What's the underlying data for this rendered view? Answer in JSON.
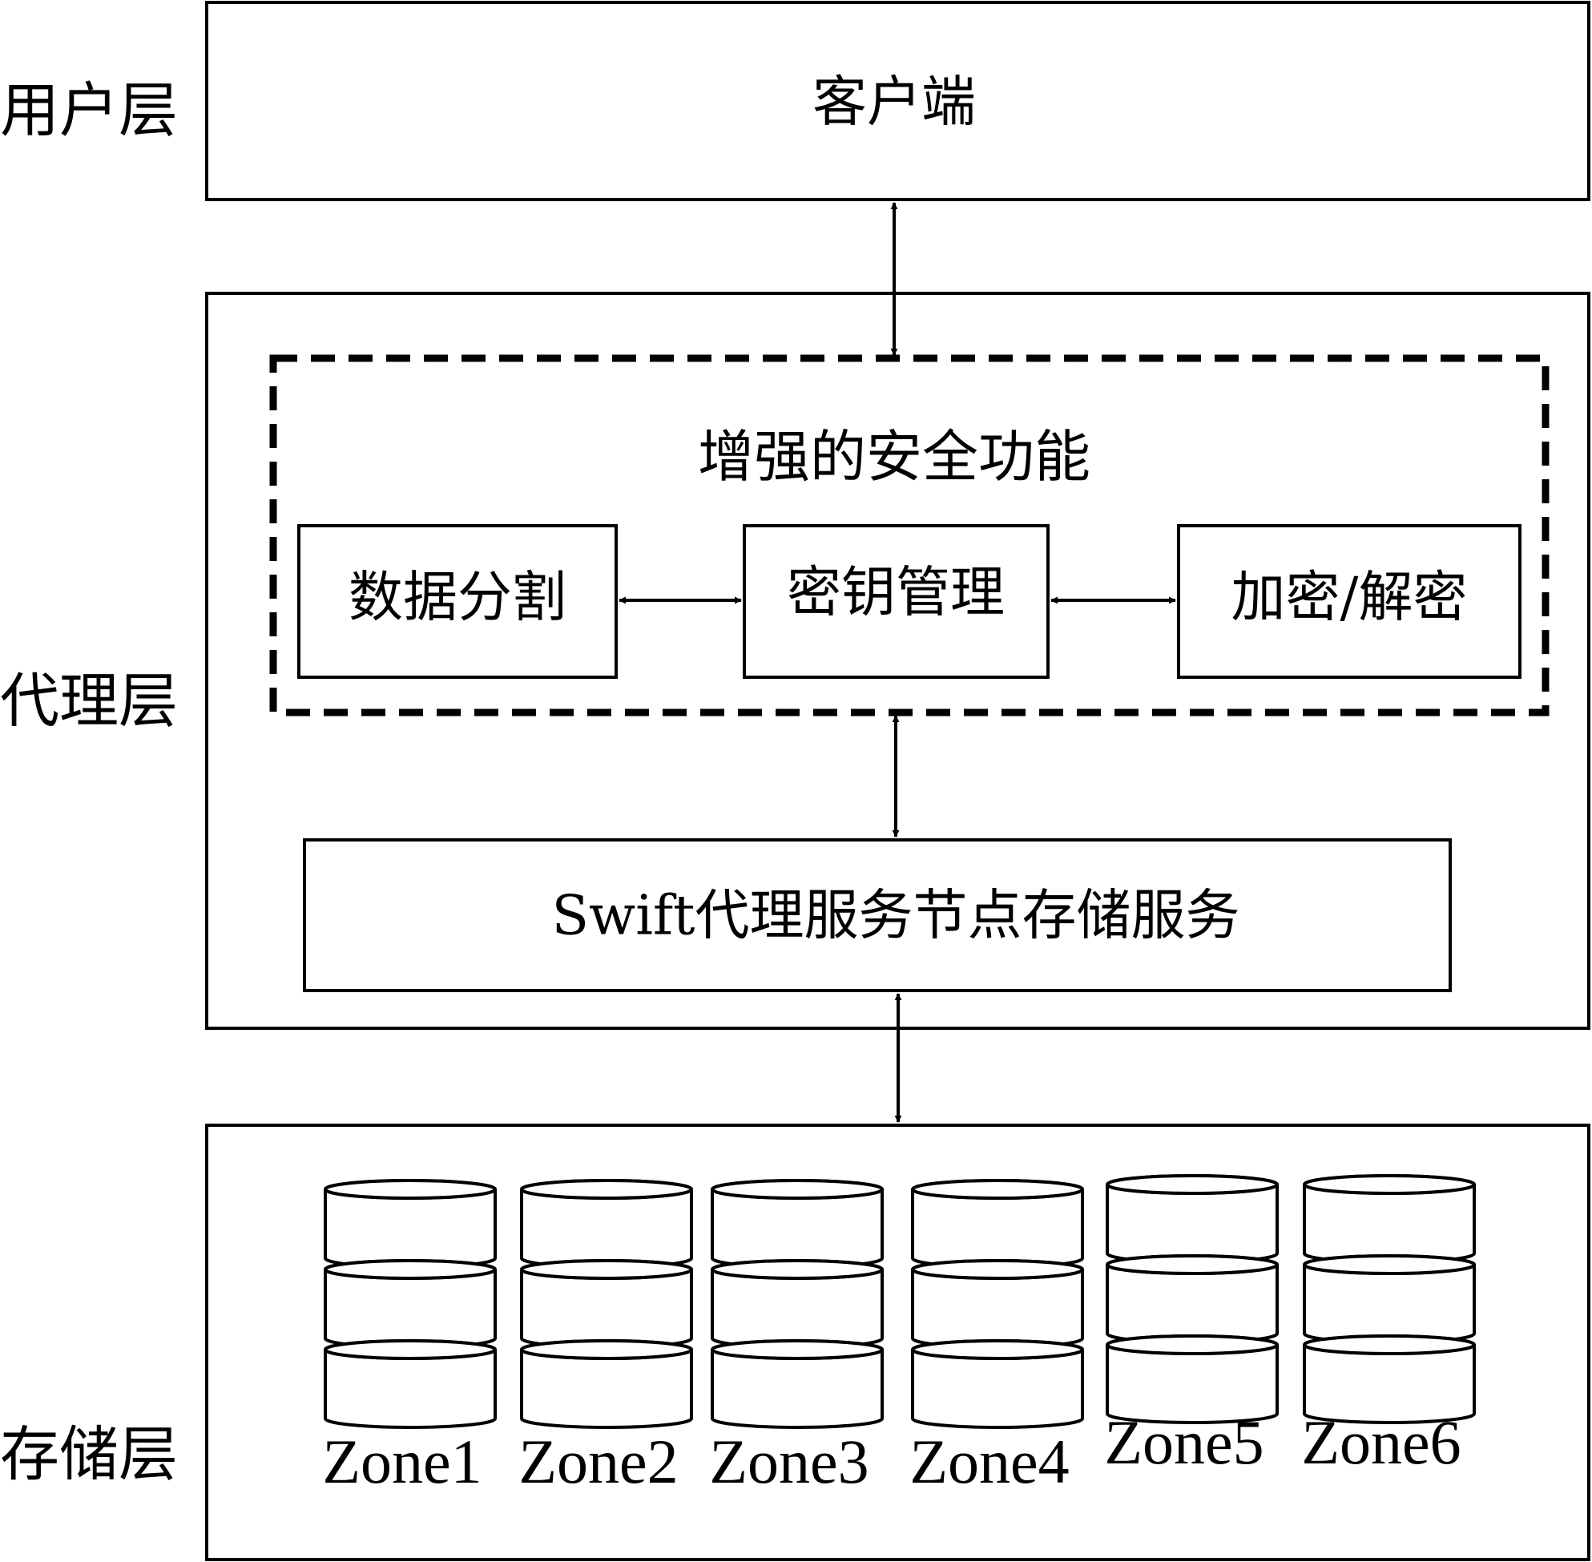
{
  "layers": {
    "user": "用户层",
    "proxy": "代理层",
    "storage": "存储层"
  },
  "client": {
    "label": "客户端"
  },
  "security": {
    "title": "增强的安全功能",
    "data_split": "数据分割",
    "key_mgmt": "密钥管理",
    "encrypt_decrypt": "加密/解密"
  },
  "swift_service": {
    "label": "Swift代理服务节点存储服务"
  },
  "storage": {
    "zones": [
      "Zone1",
      "Zone2",
      "Zone3",
      "Zone4",
      "Zone5",
      "Zone6"
    ],
    "disks_per_zone": 3
  },
  "colors": {
    "line": "#000000",
    "background": "#ffffff"
  }
}
